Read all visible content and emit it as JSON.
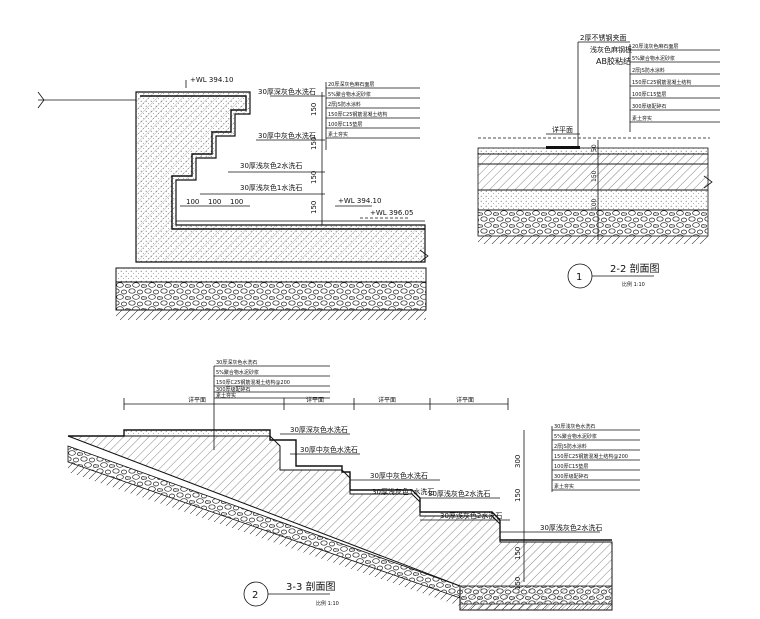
{
  "section1": {
    "elevation_top": "+WL 394.10",
    "elevation_pool": "+WL 394.10",
    "elevation_water": "+WL 396.05",
    "step_labels": [
      "30厚深灰色水洗石",
      "30厚中灰色水洗石",
      "30厚浅灰色2水洗石",
      "30厚浅灰色1水洗石"
    ],
    "dims_vertical": [
      "150",
      "150",
      "150",
      "150"
    ],
    "dims_horizontal": [
      "100",
      "100",
      "100"
    ],
    "spec_lines": [
      "20厚深灰色麻石面层",
      "5%聚合物水泥砂浆",
      "2厚JS防水涂料",
      "150厚C25钢筋混凝土结构",
      "100厚C15垫层",
      "素土夯实"
    ]
  },
  "section2": {
    "callout": [
      "2厚不锈钢夹面",
      "浅灰色麻钢板",
      "AB胶粘结"
    ],
    "dim_label": "详平面",
    "dims_vertical": [
      "50",
      "150",
      "100"
    ],
    "spec_lines": [
      "20厚浅灰色麻石面层",
      "5%聚合物水泥砂浆",
      "2厚JS防水涂料",
      "150厚C25钢筋混凝土结构",
      "100厚C15垫层",
      "300厚级配碎石",
      "素土夯实"
    ],
    "title": "2-2 剖面图",
    "scale": "比例 1:10",
    "number": "1"
  },
  "section3": {
    "spans": [
      "详平面",
      "详平面",
      "详平面",
      "详平面"
    ],
    "labels": [
      "30厚深灰色水洗石",
      "30厚中灰色水洗石",
      "30厚中灰色水洗石",
      "30厚浅灰色1水洗石",
      "30厚浅灰色2水洗石",
      "30厚浅灰色2水洗石"
    ],
    "dims_vertical": [
      "300",
      "150",
      "150",
      "150"
    ],
    "spec_lines_top": [
      "30厚深灰色水洗石",
      "5%聚合物水泥砂浆",
      "150厚C25钢筋混凝土结构@200",
      "300厚级配碎石",
      "素土夯实"
    ],
    "spec_lines_right": [
      "30厚浅灰色水洗石",
      "5%聚合物水泥砂浆",
      "2厚JS防水涂料",
      "150厚C25钢筋混凝土结构@200",
      "100厚C15垫层",
      "300厚级配碎石",
      "素土夯实"
    ],
    "title": "3-3 剖面图",
    "scale": "比例 1:10",
    "number": "2"
  }
}
